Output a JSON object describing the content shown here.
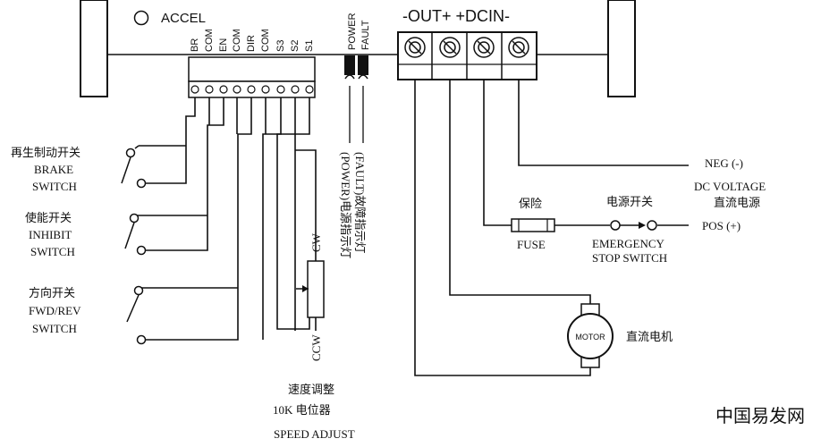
{
  "board": {
    "accel_label": "ACCEL",
    "pins": [
      "BR",
      "COM",
      "EN",
      "COM",
      "DIR",
      "COM",
      "S3",
      "S2",
      "S1"
    ],
    "led_labels": [
      "POWER",
      "FAULT"
    ],
    "terminal_header": "-OUT+ +DCIN-"
  },
  "brake": {
    "cn": "再生制动开关",
    "en1": "BRAKE",
    "en2": "SWITCH"
  },
  "inhibit": {
    "cn": "使能开关",
    "en1": "INHIBIT",
    "en2": "SWITCH"
  },
  "fwdrev": {
    "cn": "方向开关",
    "en1": "FWD/REV",
    "en2": "SWITCH"
  },
  "pot": {
    "cw": "CW",
    "ccw": "CCW",
    "cn": "速度调整",
    "value": "10K 电位器",
    "en": "SPEED ADJUST"
  },
  "indicators": {
    "power_text": "(POWER)电源指示灯",
    "fault_text": "(FAULT)故障指示灯"
  },
  "power": {
    "neg": "NEG (-)",
    "dc_voltage": "DC VOLTAGE",
    "dc_cn": "直流电源",
    "pos": "POS (+)",
    "fuse_cn": "保险",
    "fuse_en": "FUSE",
    "switch_cn": "电源开关",
    "switch_en1": "EMERGENCY",
    "switch_en2": "STOP SWITCH"
  },
  "motor": {
    "label": "MOTOR",
    "cn": "直流电机"
  },
  "watermark": "中国易发网"
}
